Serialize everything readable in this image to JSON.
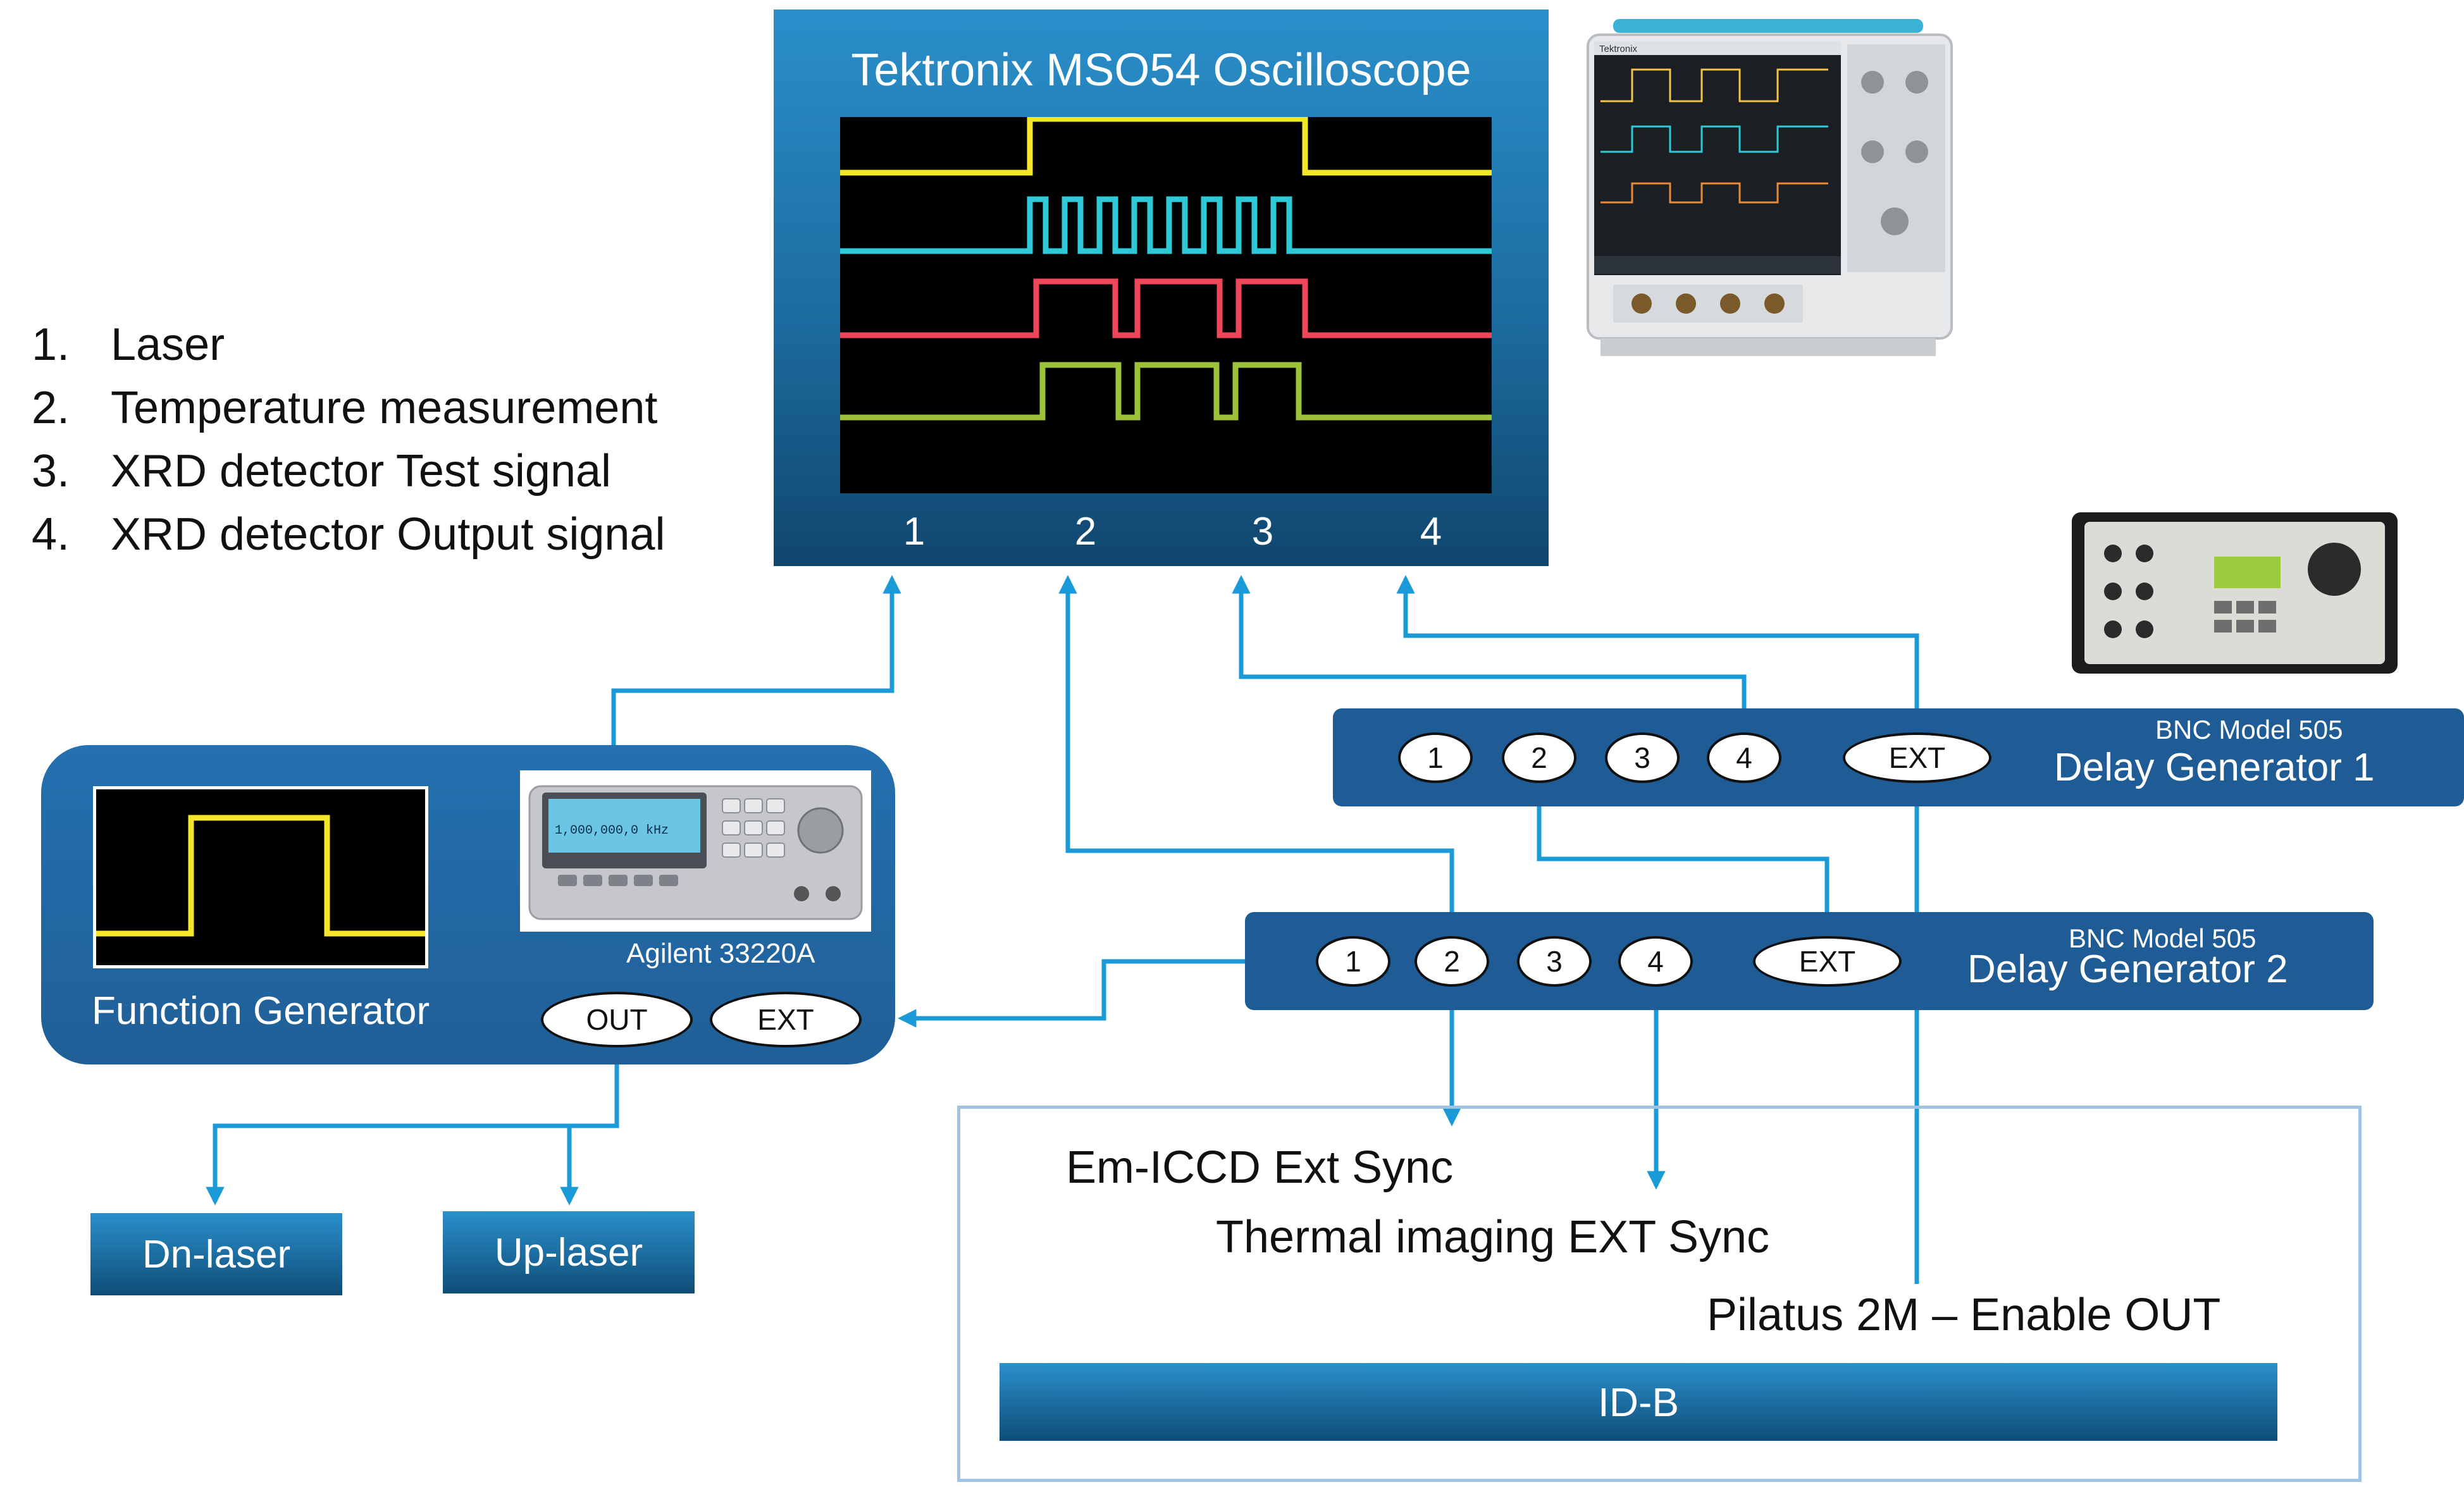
{
  "legend": {
    "items": [
      {
        "num": "1.",
        "label": "Laser"
      },
      {
        "num": "2.",
        "label": "Temperature measurement"
      },
      {
        "num": "3.",
        "label": "XRD detector Test signal"
      },
      {
        "num": "4.",
        "label": "XRD detector Output signal"
      }
    ]
  },
  "oscilloscope": {
    "title": "Tektronix MSO54 Oscilloscope",
    "channels": [
      "1",
      "2",
      "3",
      "4"
    ],
    "trace_colors": [
      "#f5e62a",
      "#2ec8d6",
      "#f0465a",
      "#9cc23a"
    ],
    "photo_brand": "Tektronix"
  },
  "function_generator": {
    "title": "Function Generator",
    "model": "Agilent  33220A",
    "display_text": "1,000,000,0 kHz",
    "out_label": "OUT",
    "ext_label": "EXT",
    "trace_color": "#f5e62a"
  },
  "delay_generator_1": {
    "model": "BNC Model 505",
    "name": "Delay Generator 1",
    "ports": [
      "1",
      "2",
      "3",
      "4"
    ],
    "ext_label": "EXT"
  },
  "delay_generator_2": {
    "model": "BNC Model 505",
    "name": "Delay Generator 2",
    "ports": [
      "1",
      "2",
      "3",
      "4"
    ],
    "ext_label": "EXT"
  },
  "lasers": {
    "dn": "Dn-laser",
    "up": "Up-laser"
  },
  "idb": {
    "bar_label": "ID-B",
    "em_iccd": "Em-ICCD Ext Sync",
    "thermal": "Thermal imaging EXT Sync",
    "pilatus": "Pilatus 2M – Enable OUT"
  },
  "colors": {
    "wire": "#1a9ad6",
    "panel_blue": "#1f5c96"
  }
}
